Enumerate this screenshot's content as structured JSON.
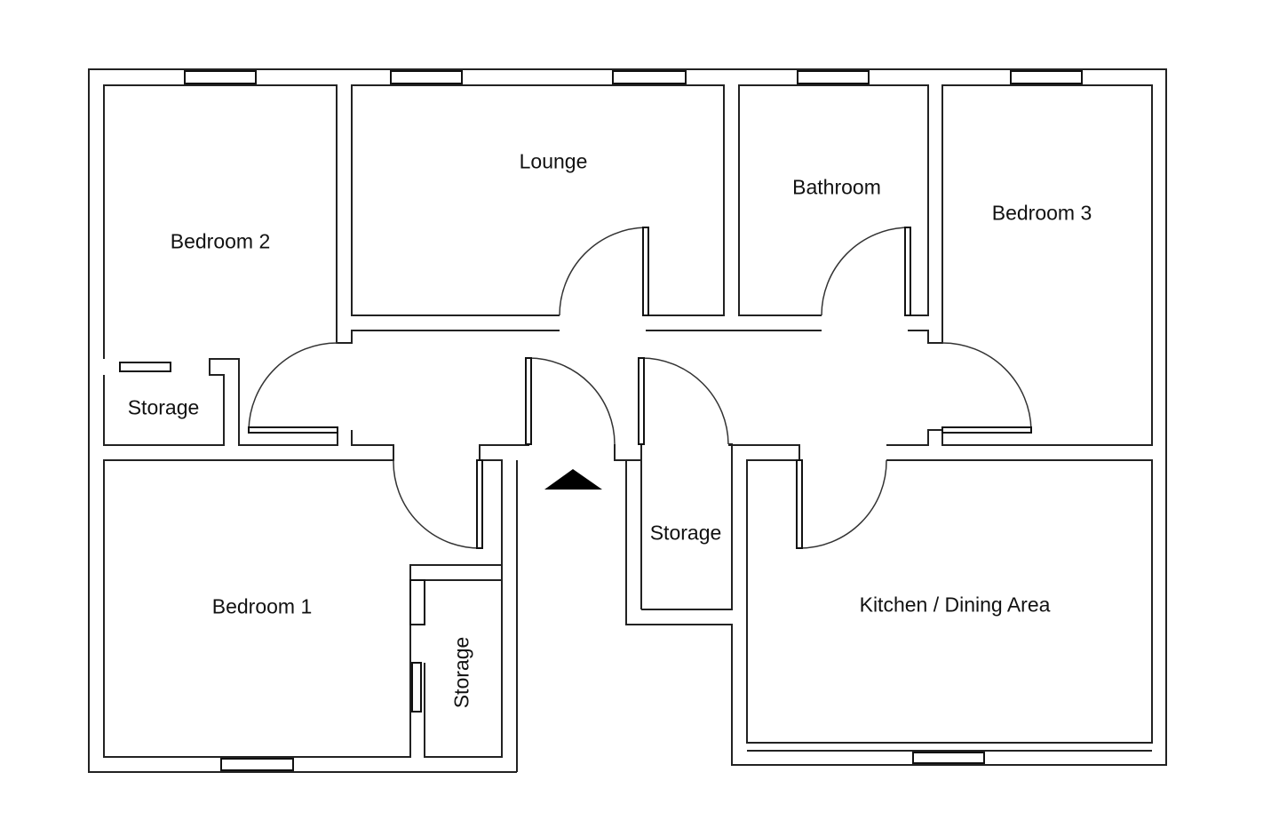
{
  "rooms": {
    "lounge": "Lounge",
    "bathroom": "Bathroom",
    "bedroom3": "Bedroom 3",
    "bedroom2": "Bedroom 2",
    "storage_left": "Storage",
    "bedroom1": "Bedroom 1",
    "storage_bedroom1": "Storage",
    "storage_middle": "Storage",
    "kitchen": "Kitchen / Dining Area"
  },
  "entrance_icon": "entrance-arrow-icon"
}
